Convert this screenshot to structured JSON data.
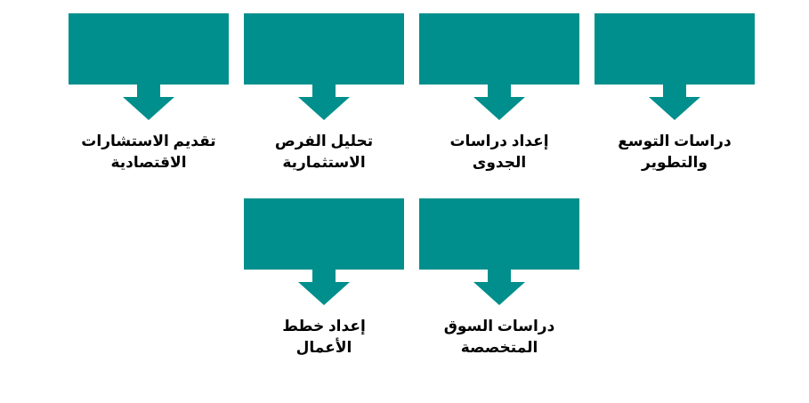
{
  "colors": {
    "block": "#008F8C",
    "text": "#000000",
    "background": "#FFFFFF"
  },
  "row1": [
    {
      "label": "دراسات التوسع\nوالتطوير"
    },
    {
      "label": "إعداد دراسات\nالجدوى"
    },
    {
      "label": "تحليل الفرص\nالاستثمارية"
    },
    {
      "label": "تقديم الاستشارات\nالاقتصادية"
    }
  ],
  "row2": [
    {
      "label": "دراسات السوق\nالمتخصصة"
    },
    {
      "label": "إعداد خطط\nالأعمال"
    }
  ]
}
